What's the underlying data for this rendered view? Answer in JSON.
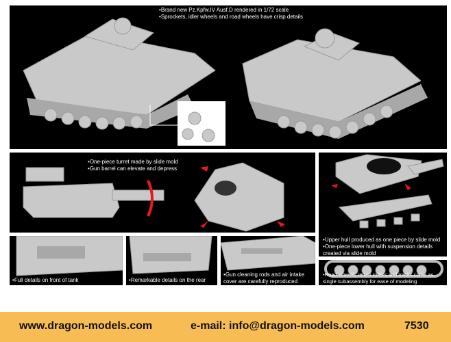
{
  "top_panel": {
    "bullets": [
      "Brand new Pz.Kpfw.IV Ausf.D rendered in 1/72 scale",
      "Sprockets, idler wheels and road wheels have crisp details"
    ]
  },
  "turret_panel": {
    "bullets": [
      "One-piece turret made by slide mold",
      "Gun barrel can elevate and depress"
    ]
  },
  "hull_panel": {
    "bullets": [
      "Upper hull produced as one piece by slide mold",
      "One-piece lower hull with suspension details created via slide mold"
    ]
  },
  "front_panel": {
    "bullets": [
      "Full details on front of tank"
    ]
  },
  "rear_panel": {
    "bullets": [
      "Remarkable details on the rear"
    ]
  },
  "rods_panel": {
    "bullets": [
      "Gun cleaning rods and air intake cover are carefully reproduced"
    ]
  },
  "tracks_panel": {
    "bullets": [
      "Road wheels, return rollers and tracks come as single subassembly for ease of modeling"
    ]
  },
  "footer": {
    "website": "www.dragon-models.com",
    "email": "e-mail: info@dragon-models.com",
    "product_number": "7530"
  },
  "colors": {
    "footer_bg": "#f8bc55",
    "arrow": "#e21b1b"
  }
}
